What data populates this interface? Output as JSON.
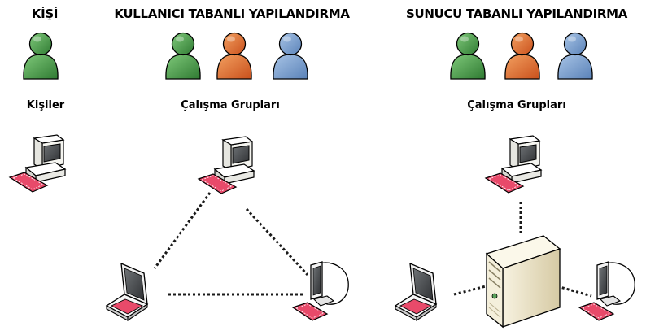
{
  "columns": {
    "individual": {
      "heading": "KİŞİ",
      "group_label": "Kişiler"
    },
    "user_based": {
      "heading": "KULLANICI TABANLI YAPILANDIRMA",
      "group_label": "Çalışma Grupları"
    },
    "server_based": {
      "heading": "SUNUCU TABANLI YAPILANDIRMA",
      "group_label": "Çalışma Grupları"
    }
  },
  "icons": [
    "person-icon",
    "desktop-computer-icon",
    "laptop-icon",
    "crt-monitor-icon",
    "keyboard-icon",
    "server-tower-icon"
  ],
  "colors": {
    "person_green": "#3f9140",
    "person_orange": "#e0662a",
    "person_blue": "#7097c9",
    "keyboard_pink": "#e84a6a",
    "server_beige": "#e9e0c4",
    "connector_dots": "#1a1a1a"
  }
}
